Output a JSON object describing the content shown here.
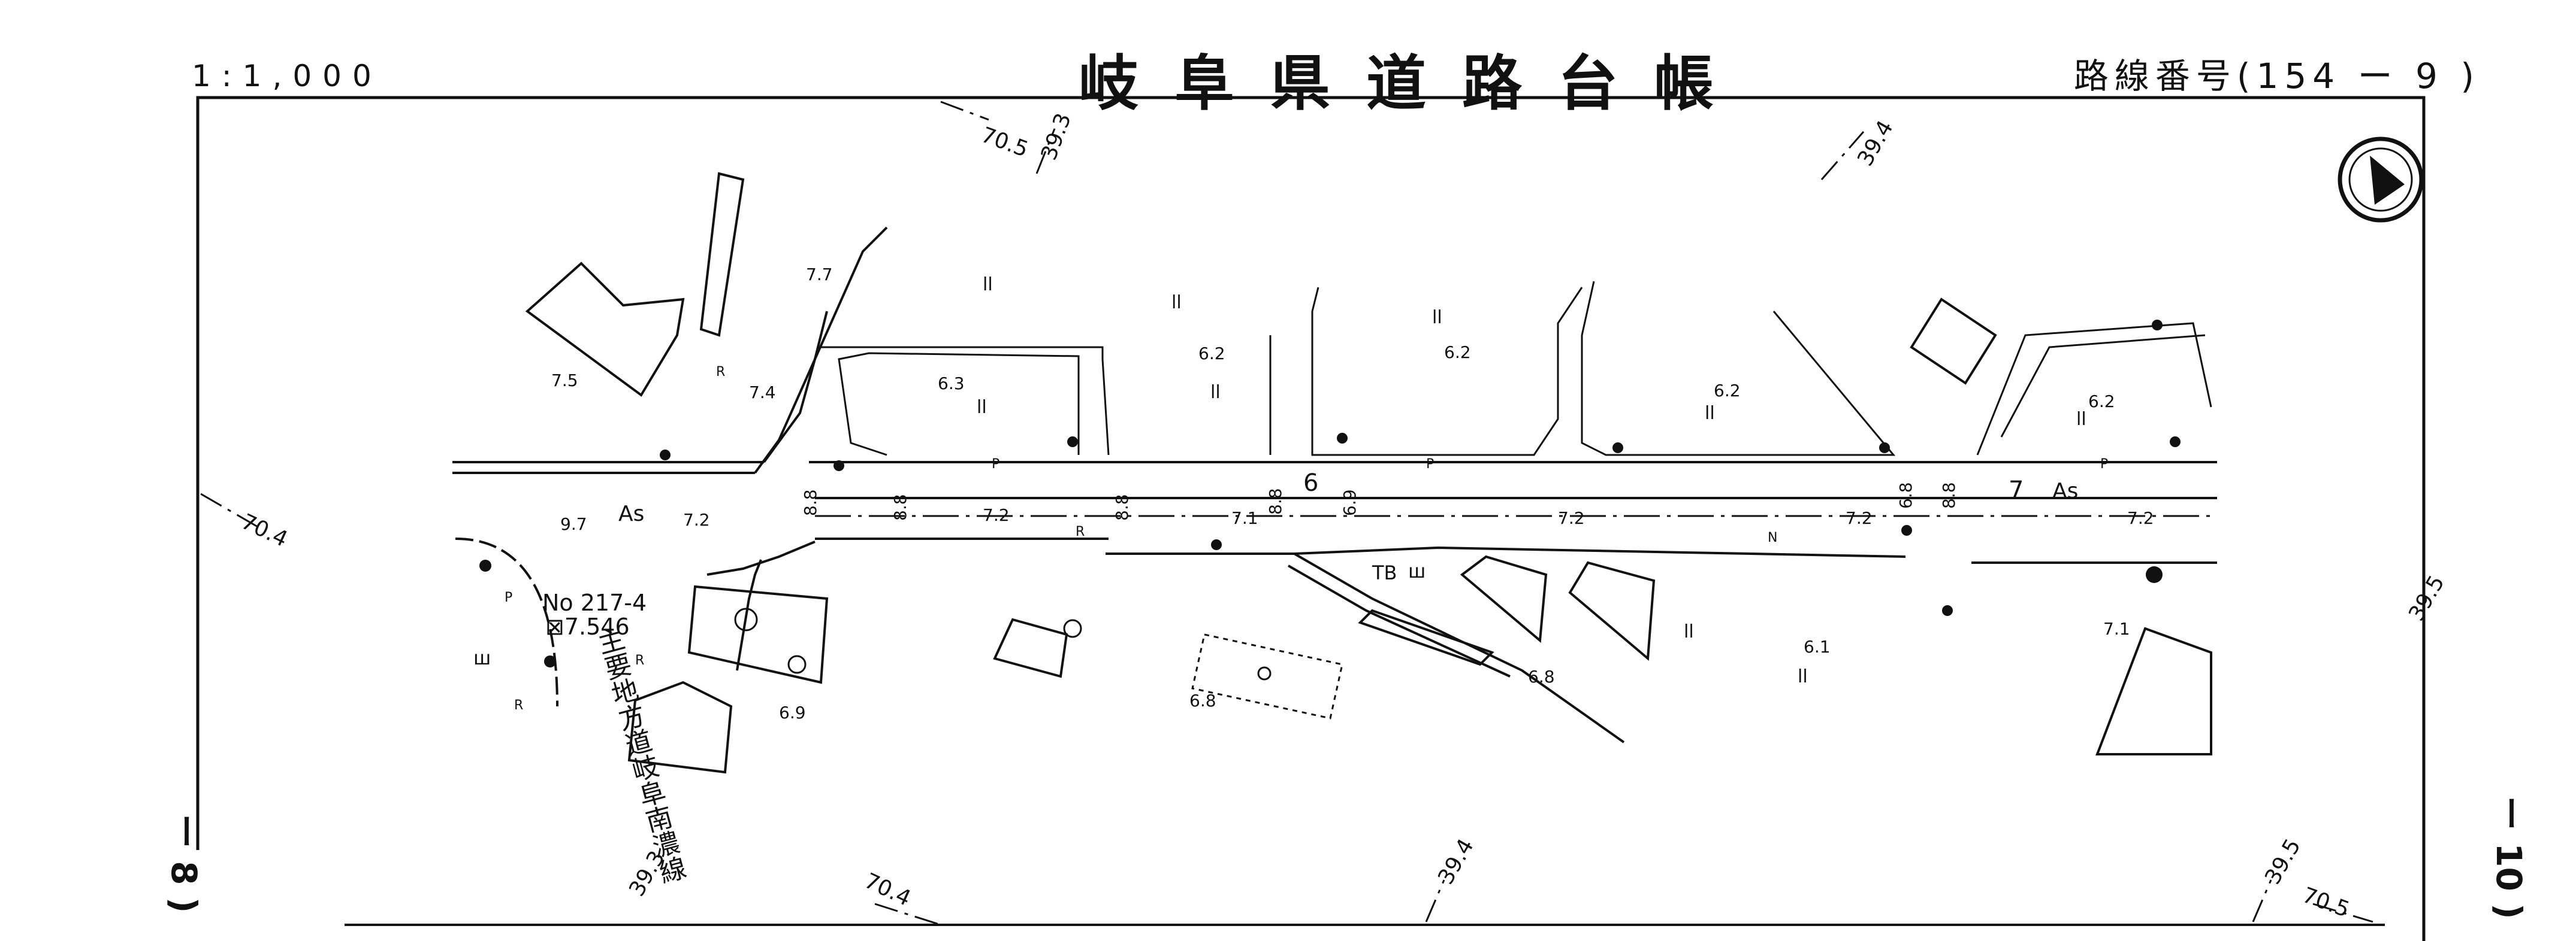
{
  "header": {
    "scale": "1:1,000",
    "title": "岐阜県道路台帳",
    "route_number": "路線番号(154 ー 9 )"
  },
  "sheet_refs": {
    "left": "ー 8 )",
    "right": "ー 10 )"
  },
  "north_arrow": {
    "icon": "north-arrow-icon"
  },
  "contours": {
    "c1": "70.5",
    "c2": "39.3",
    "c3": "39.4",
    "c4": "70.4",
    "c5": "39.5",
    "c6": "39.3",
    "c7": "70.4",
    "c8": "39.4",
    "c9": "39.5",
    "c10": "70.5"
  },
  "map_labels": {
    "benchmark_no": "No 217-4",
    "benchmark_elev": "⊠7.546",
    "road_name": "主要地方道岐阜南濃線",
    "surface_left": "As",
    "surface_right": "As",
    "station_6": "6",
    "station_7": "7",
    "tb": "TB"
  },
  "elevations": {
    "e1": "7.7",
    "e2": "7.5",
    "e3": "7.4",
    "e4": "6.3",
    "e5": "6.2",
    "e6": "6.2",
    "e7": "6.2",
    "e8": "6.2",
    "e9": "7.2",
    "e10": "7.2",
    "e11": "7.1",
    "e12": "7.2",
    "e13": "7.2",
    "e14": "7.2",
    "e15": "6.1",
    "e16": "7.1",
    "e17": "6.8",
    "e18": "6.8",
    "e19": "6.9",
    "e20": "9.7"
  },
  "widths": {
    "w1": "8.8",
    "w2": "8.8",
    "w3": "8.8",
    "w4": "8.8",
    "w5": "6.9",
    "w6": "6.8",
    "w7": "8.8"
  },
  "symbols": {
    "P": "P",
    "R": "R",
    "N": "N",
    "paddy": "ll",
    "field": "ш"
  }
}
